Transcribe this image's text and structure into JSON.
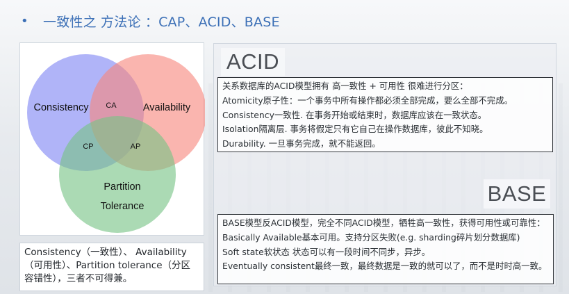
{
  "header": {
    "bullet": "•",
    "title": "一致性之 方法论 ：CAP、ACID、BASE"
  },
  "venn": {
    "circles": [
      {
        "label": "Consistency",
        "color": "#7f86f4"
      },
      {
        "label": "Availability",
        "color": "#f7877e"
      },
      {
        "label_line1": "Partition",
        "label_line2": "Tolerance",
        "color": "#78c386"
      }
    ],
    "intersections": {
      "ca": "CA",
      "cp": "CP",
      "ap": "AP"
    },
    "caption": "Consistency（一致性）、 Availability（可用性）、Partition tolerance（分区容错性），三者不可得兼。"
  },
  "acid": {
    "label": "ACID",
    "lines": [
      "关系数据库的ACID模型拥有 高一致性 + 可用性 很难进行分区：",
      "Atomicity原子性：一个事务中所有操作都必须全部完成，要么全部不完成。",
      "Consistency一致性. 在事务开始或结束时，数据库应该在一致状态。",
      "Isolation隔离层. 事务将假定只有它自己在操作数据库，彼此不知晓。",
      "Durability. 一旦事务完成，就不能返回。"
    ]
  },
  "base": {
    "label": "BASE",
    "lines": [
      "BASE模型反ACID模型，完全不同ACID模型，牺牲高一致性，获得可用性或可靠性：",
      "Basically Available基本可用。支持分区失败(e.g. sharding碎片划分数据库)",
      "Soft state软状态 状态可以有一段时间不同步，异步。",
      "Eventually consistent最终一致，最终数据是一致的就可以了，而不是时时高一致。"
    ]
  }
}
